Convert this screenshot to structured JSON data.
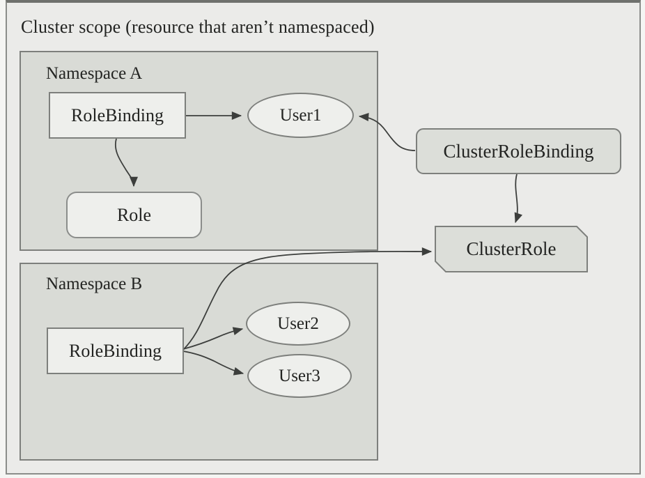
{
  "title": "Cluster scope (resource that aren’t namespaced)",
  "namespace_a": {
    "label": "Namespace A",
    "nodes": {
      "rolebinding": "RoleBinding",
      "role": "Role",
      "user1": "User1"
    }
  },
  "namespace_b": {
    "label": "Namespace B",
    "nodes": {
      "rolebinding": "RoleBinding",
      "user2": "User2",
      "user3": "User3"
    }
  },
  "cluster_nodes": {
    "cluster_role_binding": "ClusterRoleBinding",
    "cluster_role": "ClusterRole"
  },
  "colors": {
    "page-bg": "#f5f5f3",
    "outer-fill": "#ebebe9",
    "namespace-fill": "#d9dbd6",
    "node-fill": "#eeefec",
    "cluster-node-fill": "#dcded9",
    "border": "#7d7f7c",
    "outer-border": "#8b8d8a",
    "arrow": "#3c3e3c",
    "text": "#232422"
  }
}
